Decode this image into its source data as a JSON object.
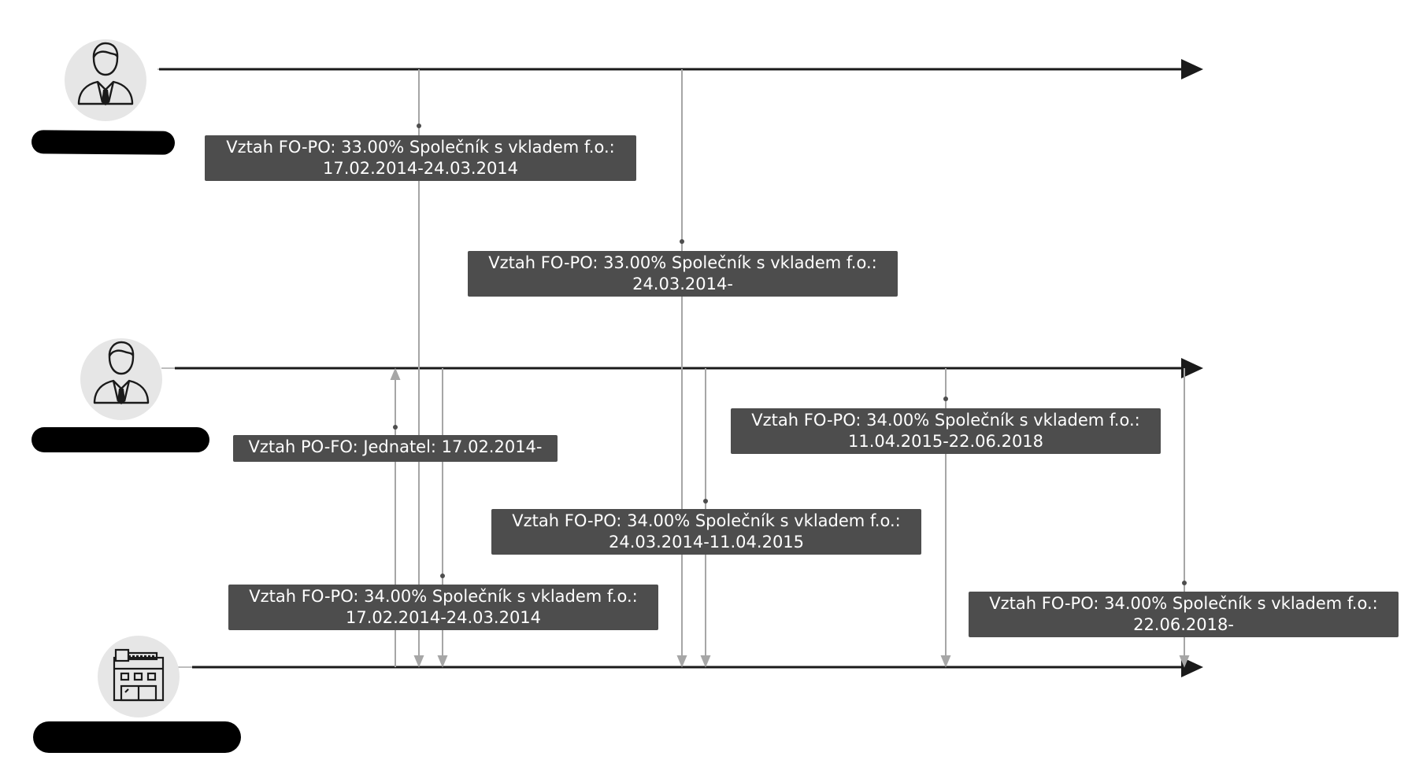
{
  "colors": {
    "timeline": "#1a1a1a",
    "connector": "#a6a6a6",
    "label_bg": "#4d4d4d",
    "label_text": "#ffffff",
    "avatar_bg": "#e6e6e6",
    "redaction": "#000000"
  },
  "entities": [
    {
      "id": "person-1",
      "icon": "person-icon",
      "name_redacted": true
    },
    {
      "id": "person-2",
      "icon": "person-icon",
      "name_redacted": true
    },
    {
      "id": "company",
      "icon": "building-icon",
      "name_redacted": true
    }
  ],
  "relations": [
    {
      "line1": "Vztah FO-PO: 33.00% Společník s vkladem f.o.:",
      "line2": "17.02.2014-24.03.2014"
    },
    {
      "line1": "Vztah FO-PO: 33.00% Společník s vkladem f.o.:",
      "line2": "24.03.2014-"
    },
    {
      "line1": "Vztah PO-FO: Jednatel: 17.02.2014-"
    },
    {
      "line1": "Vztah FO-PO: 34.00% Společník s vkladem f.o.:",
      "line2": "11.04.2015-22.06.2018"
    },
    {
      "line1": "Vztah FO-PO: 34.00% Společník s vkladem f.o.:",
      "line2": "24.03.2014-11.04.2015"
    },
    {
      "line1": "Vztah FO-PO: 34.00% Společník s vkladem f.o.:",
      "line2": "17.02.2014-24.03.2014"
    },
    {
      "line1": "Vztah FO-PO: 34.00% Společník s vkladem f.o.:",
      "line2": "22.06.2018-"
    }
  ]
}
